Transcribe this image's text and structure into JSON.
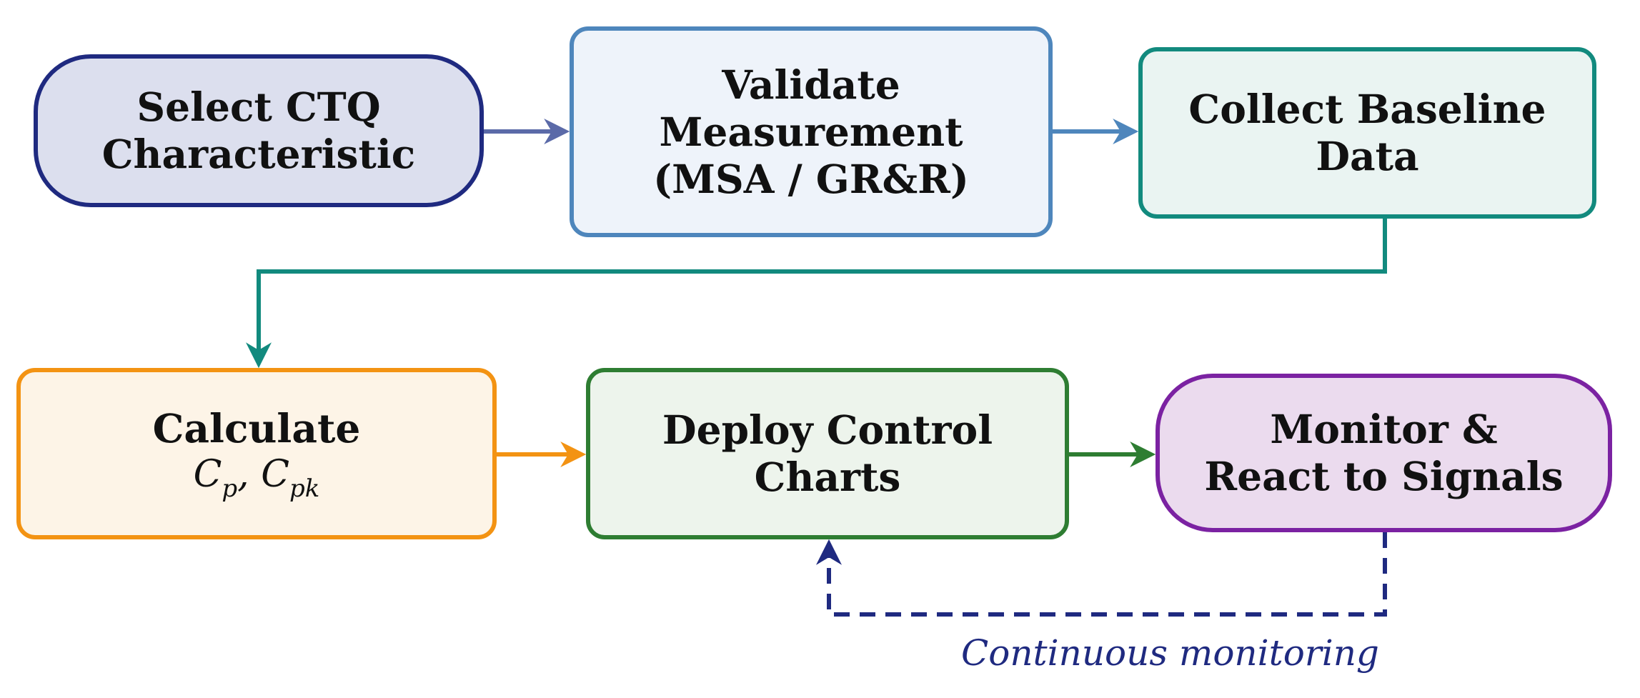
{
  "nodes": {
    "select_ctq": {
      "lines": [
        "Select CTQ",
        "Characteristic"
      ]
    },
    "validate_measurement": {
      "lines": [
        "Validate",
        "Measurement",
        "(MSA / GR&R)"
      ]
    },
    "collect_baseline": {
      "lines": [
        "Collect Baseline",
        "Data"
      ]
    },
    "calculate": {
      "title": "Calculate",
      "math": {
        "c": "C",
        "sub_p": "p",
        "sep": ",",
        "sub_pk": "pk"
      }
    },
    "deploy_charts": {
      "lines": [
        "Deploy Control",
        "Charts"
      ]
    },
    "monitor_react": {
      "lines": [
        "Monitor &",
        "React to Signals"
      ]
    }
  },
  "feedback_label": "Continuous monitoring",
  "colors": {
    "navy": "#1f2a80",
    "slate_blue": "#5b6aa8",
    "steel_blue": "#4e86bc",
    "teal": "#128a7e",
    "orange": "#f39313",
    "green": "#2e7d32",
    "purple": "#7b22a2"
  }
}
